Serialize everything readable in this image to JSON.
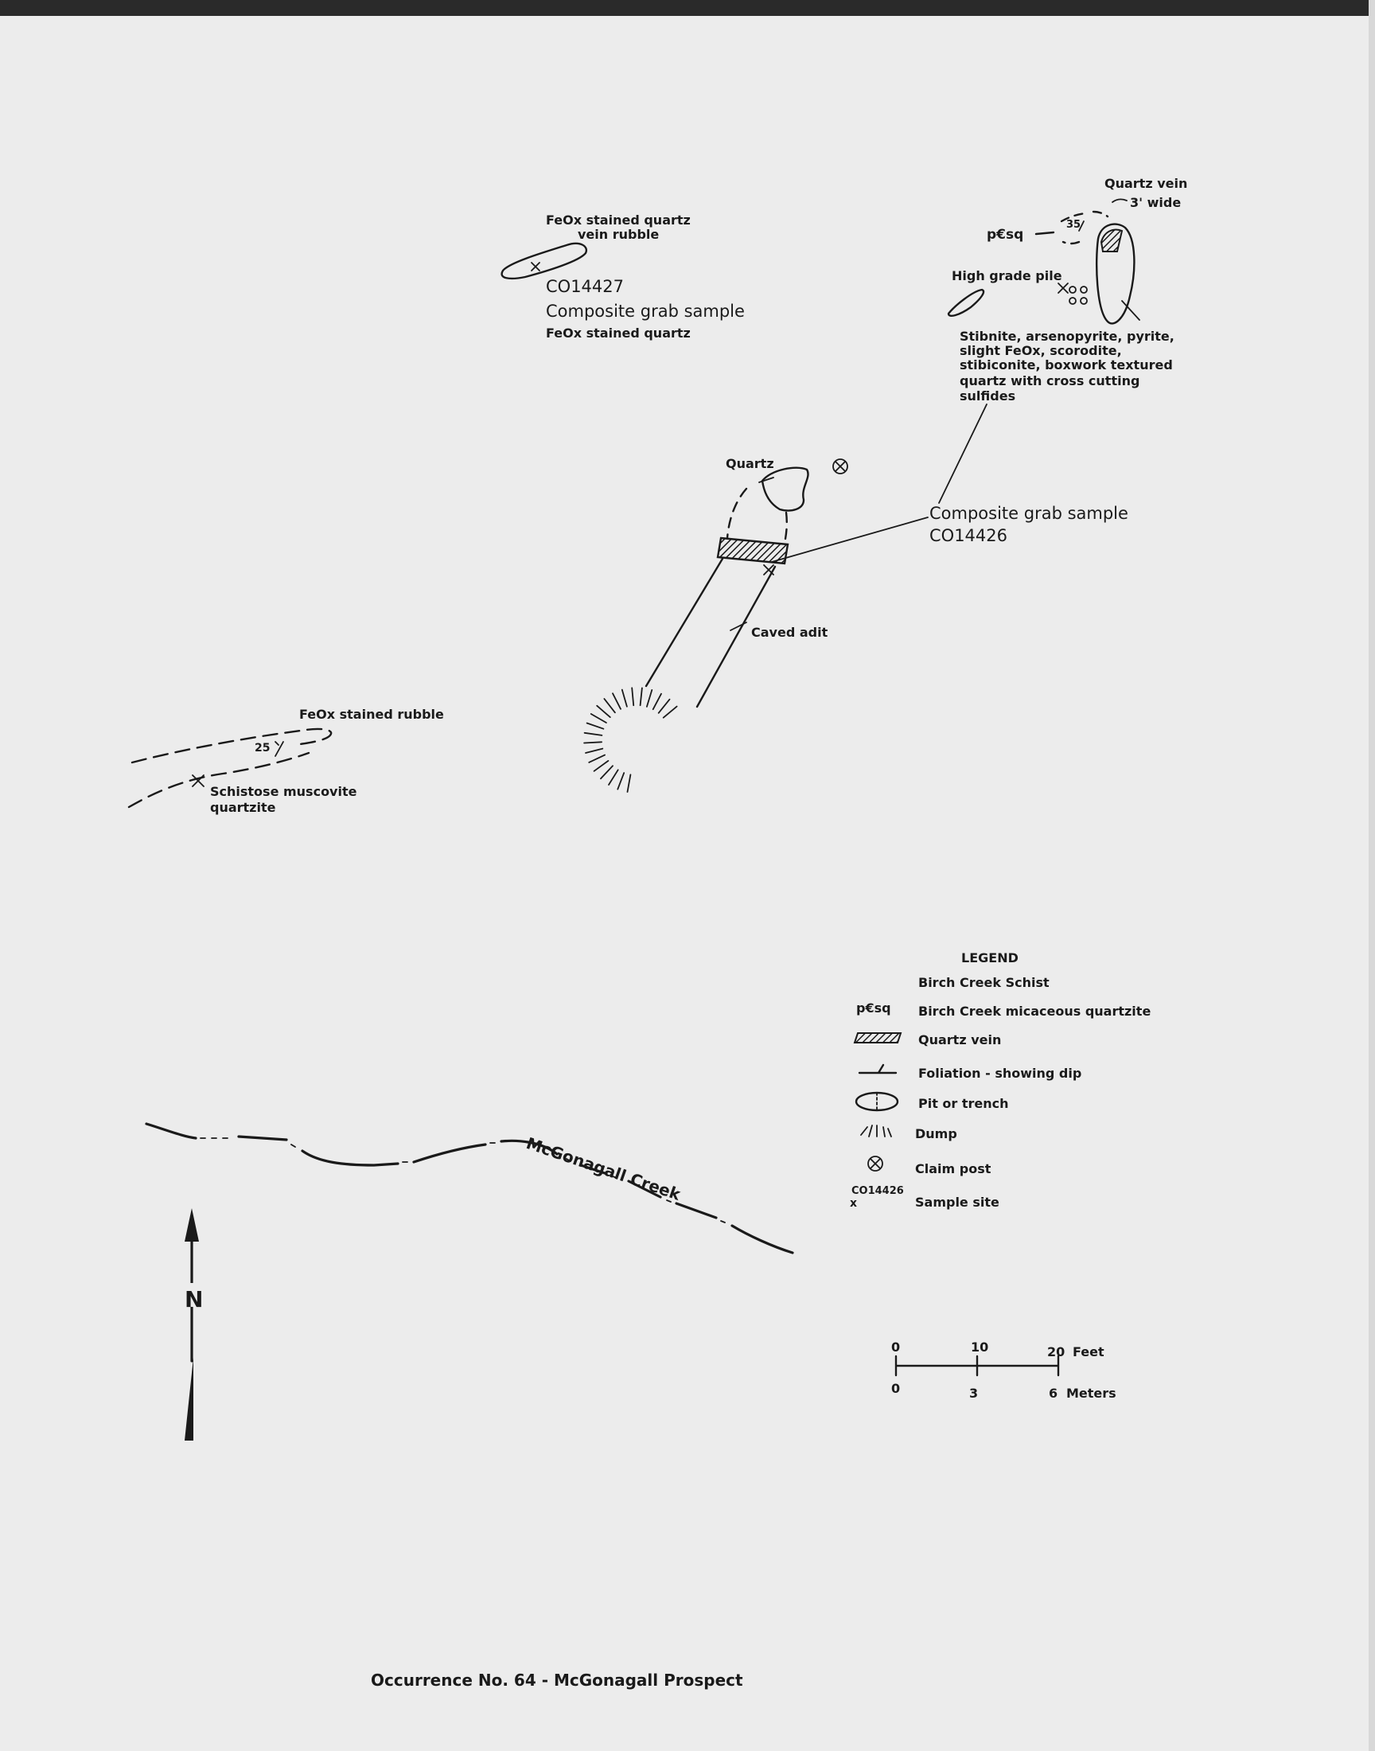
{
  "map": {
    "title": "Occurrence No. 64 - McGonagall Prospect",
    "labels": {
      "feox_vein_line1": "FeOx stained quartz",
      "feox_vein_line2": "vein rubble",
      "sample_co14427_id": "CO14427",
      "sample_co14427_type": "Composite grab sample",
      "sample_co14427_desc": "FeOx stained quartz",
      "quartz_vein_3ft_line1": "Quartz vein",
      "quartz_vein_3ft_line2": "3' wide",
      "pesq": "p€sq",
      "dip_35": "35",
      "high_grade_pile": "High grade pile",
      "mineral_line1": "Stibnite, arsenopyrite, pyrite,",
      "mineral_line2": "slight FeOx, scorodite,",
      "mineral_line3": "stibiconite, boxwork textured",
      "mineral_line4": "quartz with cross cutting",
      "mineral_line5": "sulfides",
      "quartz": "Quartz",
      "sample_co14426_type": "Composite grab sample",
      "sample_co14426_id": "CO14426",
      "caved_adit": "Caved adit",
      "feox_rubble": "FeOx stained rubble",
      "dip_25": "25",
      "schistose_line1": "Schistose muscovite",
      "schistose_line2": "quartzite",
      "creek": "McGonagall Creek",
      "north": "N"
    },
    "legend": {
      "heading": "LEGEND",
      "subheading": "Birch Creek Schist",
      "items": [
        {
          "symbol": "p€sq",
          "label": "Birch Creek micaceous quartzite"
        },
        {
          "symbol": "quartz-vein-hatch",
          "label": "Quartz vein"
        },
        {
          "symbol": "foliation-dip",
          "label": "Foliation - showing dip"
        },
        {
          "symbol": "pit-oval",
          "label": "Pit or trench"
        },
        {
          "symbol": "dump-ticks",
          "label": "Dump"
        },
        {
          "symbol": "claim-post",
          "label": "Claim post"
        },
        {
          "symbol": "sample-x",
          "symbol_text": "CO14426",
          "symbol_mark": "x",
          "label": "Sample site"
        }
      ]
    },
    "scale": {
      "feet_ticks": [
        "0",
        "10",
        "20"
      ],
      "feet_unit": "Feet",
      "meter_ticks": [
        "0",
        "3",
        "6"
      ],
      "meter_unit": "Meters"
    }
  }
}
